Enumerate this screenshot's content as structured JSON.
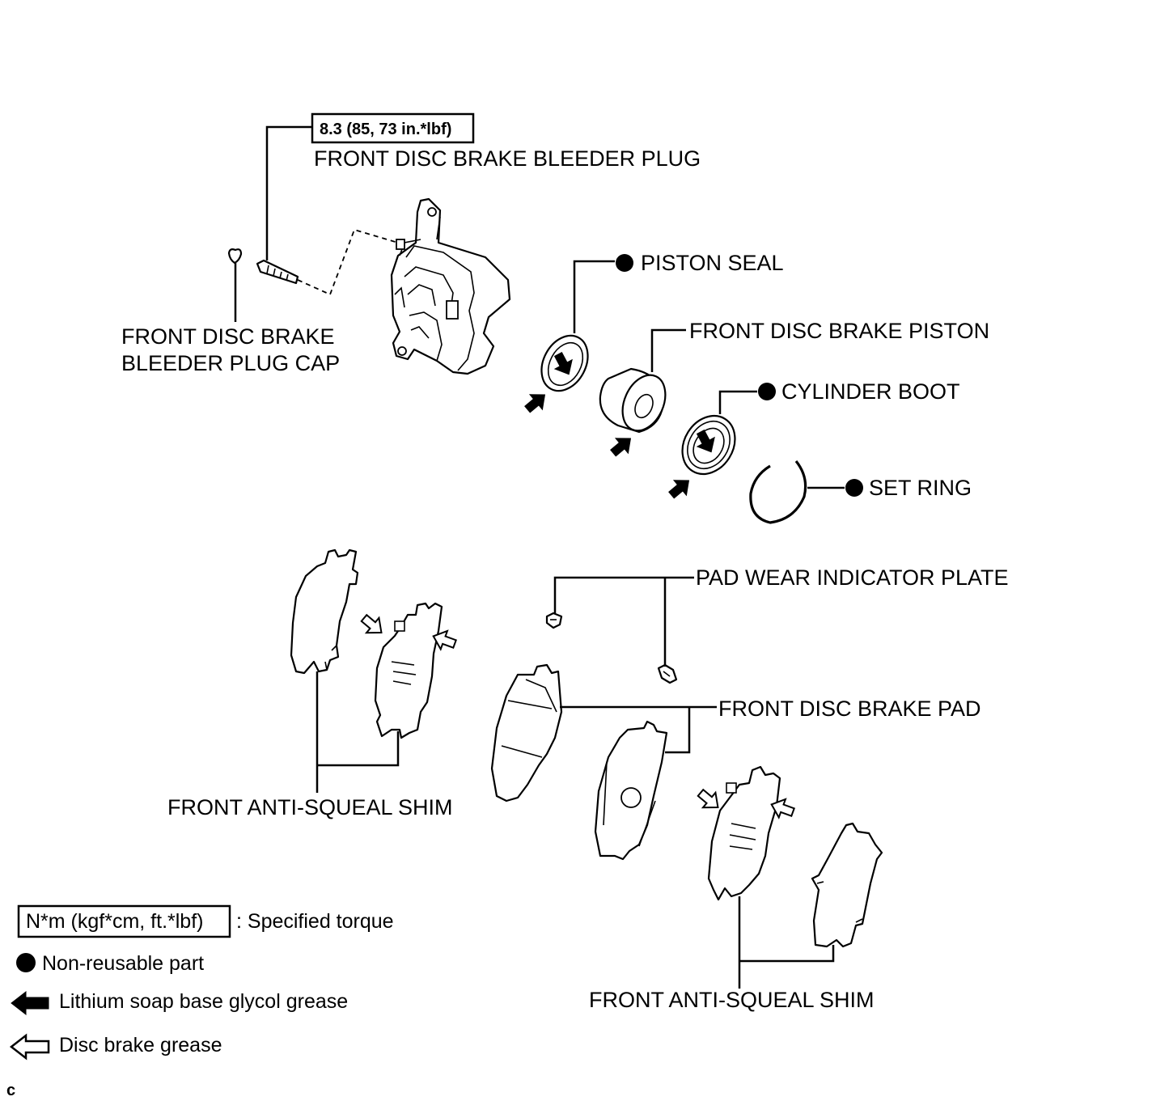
{
  "torque": {
    "value": "8.3 (85, 73 in.*lbf)"
  },
  "labels": {
    "bleeder_plug": "FRONT DISC BRAKE BLEEDER PLUG",
    "bleeder_cap_line1": "FRONT DISC BRAKE",
    "bleeder_cap_line2": "BLEEDER PLUG CAP",
    "piston_seal": "PISTON SEAL",
    "piston": "FRONT DISC BRAKE PISTON",
    "cylinder_boot": "CYLINDER BOOT",
    "set_ring": "SET RING",
    "pad_wear_indicator": "PAD WEAR INDICATOR PLATE",
    "brake_pad": "FRONT DISC BRAKE PAD",
    "shim_left": "FRONT ANTI-SQUEAL SHIM",
    "shim_right": "FRONT ANTI-SQUEAL SHIM"
  },
  "legend": {
    "torque_box": "N*m (kgf*cm, ft.*lbf)",
    "torque_desc": ": Specified torque",
    "non_reusable": "Non-reusable part",
    "lithium_grease": "Lithium soap base glycol grease",
    "disc_grease": "Disc brake grease"
  },
  "corner_mark": "c",
  "icons": [
    "non-reusable-dot-icon",
    "solid-arrow-icon",
    "hollow-arrow-icon"
  ],
  "colors": {
    "ink": "#000000",
    "paper": "#ffffff"
  }
}
